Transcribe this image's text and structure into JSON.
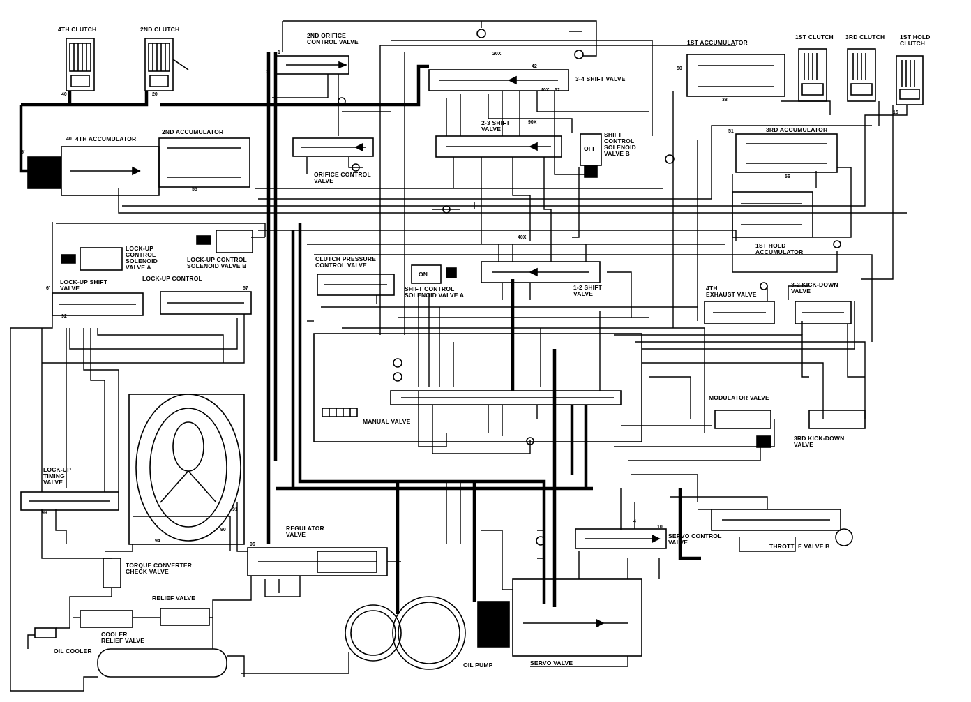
{
  "labels": {
    "clutch_4th": "4TH CLUTCH",
    "clutch_2nd": "2ND CLUTCH",
    "orifice_2nd_l1": "2ND ORIFICE",
    "orifice_2nd_l2": "CONTROL VALVE",
    "accumulator_1st": "1ST ACCUMULATOR",
    "clutch_1st": "1ST CLUTCH",
    "clutch_3rd": "3RD CLUTCH",
    "hold_clutch_l1": "1ST HOLD",
    "hold_clutch_l2": "CLUTCH",
    "shift_34": "3-4 SHIFT VALVE",
    "shift_23_l1": "2-3 SHIFT",
    "shift_23_l2": "VALVE",
    "solenoid_b_l1": "SHIFT",
    "solenoid_b_l2": "CONTROL",
    "solenoid_b_l3": "SOLENOID",
    "solenoid_b_l4": "VALVE B",
    "solenoid_b_state": "OFF",
    "accumulator_4th": "4TH ACCUMULATOR",
    "accumulator_2nd": "2ND ACCUMULATOR",
    "accumulator_3rd": "3RD ACCUMULATOR",
    "orifice_ctrl_l1": "ORIFICE CONTROL",
    "orifice_ctrl_l2": "VALVE",
    "hold_acc_l1": "1ST HOLD",
    "hold_acc_l2": "ACCUMULATOR",
    "lockup_sol_a_l1": "LOCK-UP",
    "lockup_sol_a_l2": "CONTROL",
    "lockup_sol_a_l3": "SOLENOID",
    "lockup_sol_a_l4": "VALVE A",
    "lockup_sol_b_l1": "LOCK-UP CONTROL",
    "lockup_sol_b_l2": "SOLENOID VALVE B",
    "clutch_pressure_l1": "CLUTCH PRESSURE",
    "clutch_pressure_l2": "CONTROL VALVE",
    "lockup_shift_l1": "LOCK-UP SHIFT",
    "lockup_shift_l2": "VALVE",
    "lockup_control": "LOCK-UP CONTROL",
    "solenoid_a_state": "ON",
    "solenoid_a_l1": "SHIFT CONTROL",
    "solenoid_a_l2": "SOLENOID VALVE A",
    "shift_12_l1": "1-2 SHIFT",
    "shift_12_l2": "VALVE",
    "exhaust_4th_l1": "4TH",
    "exhaust_4th_l2": "EXHAUST VALVE",
    "kickdown_32_l1": "3-2 KICK-DOWN",
    "kickdown_32_l2": "VALVE",
    "manual_valve": "MANUAL VALVE",
    "modulator_valve": "MODULATOR VALVE",
    "kickdown_3rd_l1": "3RD KICK-DOWN",
    "kickdown_3rd_l2": "VALVE",
    "lockup_timing_l1": "LOCK-UP",
    "lockup_timing_l2": "TIMING",
    "lockup_timing_l3": "VALVE",
    "regulator_l1": "REGULATOR",
    "regulator_l2": "VALVE",
    "servo_control_l1": "SERVO CONTROL",
    "servo_control_l2": "VALVE",
    "throttle_valve": "THROTTLE VALVE B",
    "tc_check_l1": "TORQUE CONVERTER",
    "tc_check_l2": "CHECK VALVE",
    "relief_valve": "RELIEF VALVE",
    "cooler_relief_l1": "COOLER",
    "cooler_relief_l2": "RELIEF VALVE",
    "oil_cooler": "OIL COOLER",
    "oil_pump": "OIL PUMP",
    "servo_valve": "SERVO VALVE"
  },
  "ports": {
    "p40": "40",
    "p20": "20",
    "p40b": "40",
    "p55": "55",
    "p56": "56",
    "p5": "5'",
    "p20x": "20X",
    "p42": "42",
    "p52": "52",
    "p40x": "40X",
    "p90x": "90X",
    "p40x2": "40X",
    "p1": "1",
    "p2": "2",
    "p6": "6'",
    "p57": "57",
    "p92": "92",
    "p96": "96",
    "p94": "94",
    "p99": "99",
    "p91": "91",
    "p90": "90",
    "p10": "10",
    "p4": "4",
    "p50": "50",
    "p51": "51",
    "p15": "15",
    "p38": "38"
  },
  "colors": {
    "line": "#000000",
    "background": "#ffffff"
  }
}
